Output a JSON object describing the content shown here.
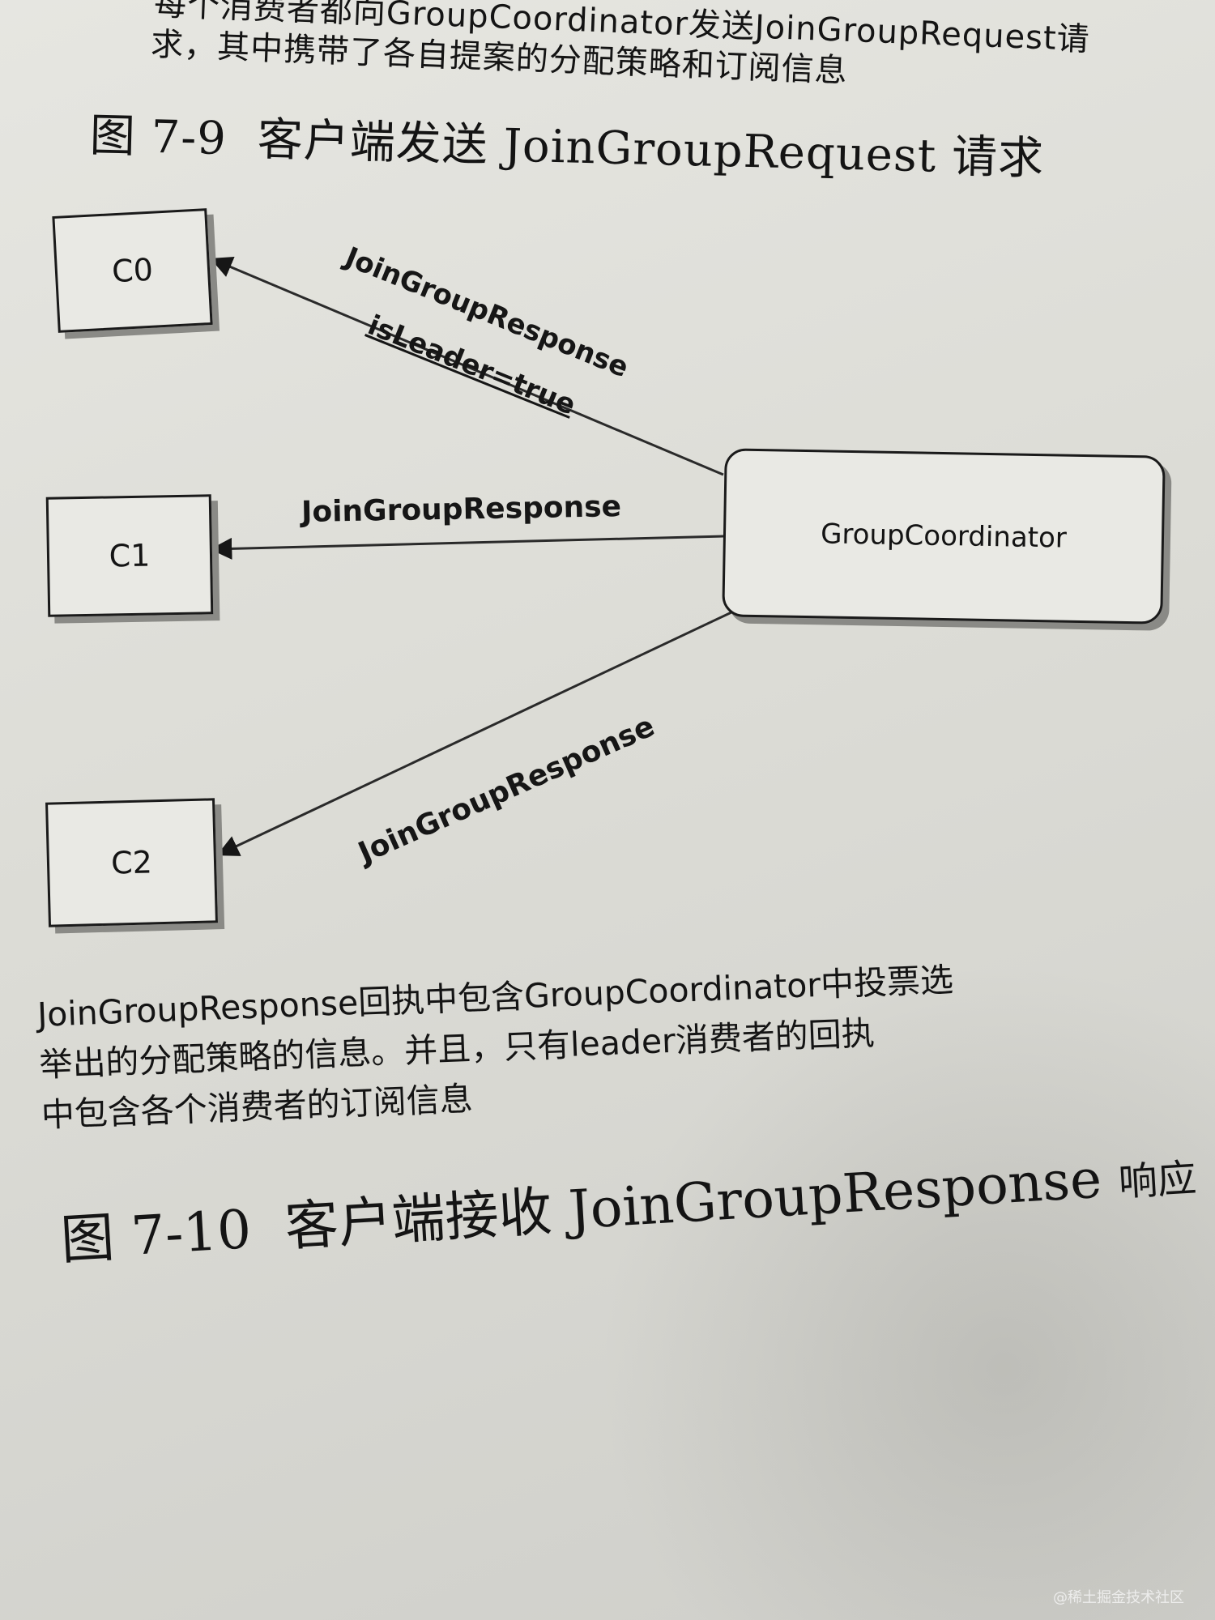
{
  "top_text": {
    "line1": "每个消费者都向GroupCoordinator发送JoinGroupRequest请",
    "line2": "求，其中携带了各自提案的分配策略和订阅信息"
  },
  "caption_7_9": {
    "number": "图 7-9",
    "title": "客户端发送 JoinGroupRequest 请求"
  },
  "nodes": {
    "c0": "C0",
    "c1": "C1",
    "c2": "C2",
    "coordinator": "GroupCoordinator"
  },
  "edges": {
    "c0_line1": "JoinGroupResponse",
    "c0_line2": "isLeader=true",
    "c1": "JoinGroupResponse",
    "c2": "JoinGroupResponse"
  },
  "description": {
    "line1": "JoinGroupResponse回执中包含GroupCoordinator中投票选",
    "line2": "举出的分配策略的信息。并且，只有leader消费者的回执",
    "line3": "中包含各个消费者的订阅信息"
  },
  "caption_7_10": {
    "number": "图 7-10",
    "title": "客户端接收 JoinGroupResponse",
    "tail": "响应"
  },
  "watermark": "@稀土掘金技术社区"
}
